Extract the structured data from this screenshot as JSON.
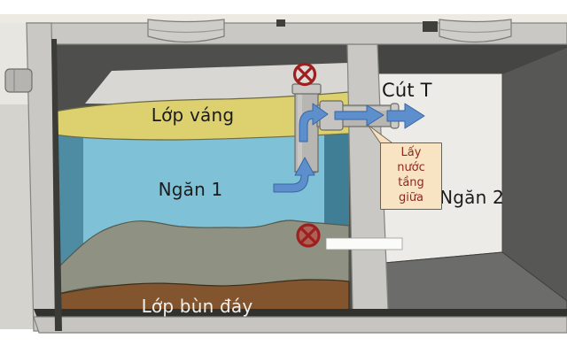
{
  "diagram": {
    "labels": {
      "scum_layer": "Lớp váng",
      "chamber_1": "Ngăn 1",
      "bottom_sludge": "Lớp bùn đáy",
      "chamber_2": "Ngăn 2",
      "tee_fitting": "Cút T",
      "callout_middle_water": "Lấy nước tầng giữa"
    },
    "icons": {
      "riser_top": "prohibition-x-icon",
      "bottom_hole": "prohibition-x-icon",
      "flow": "blue-flow-arrow-icon"
    },
    "colors": {
      "water": "#7fc2d7",
      "water_shadow_left": "#4e8ca4",
      "water_shadow_right": "#3f7e95",
      "scum": "#ddd06e",
      "sediment": "#8f9282",
      "sludge": "#82552f",
      "concrete": "#c9c8c4",
      "interior_dark": "#4e4e4c",
      "chamber2_wall": "#ecebe7",
      "pipe_gray": "#b7b6b2",
      "arrow_blue": "#5e8fcd",
      "prohibit_red": "#9e1f1f",
      "callout_bg": "#f8e3c2",
      "callout_text": "#8c2a1e"
    }
  }
}
